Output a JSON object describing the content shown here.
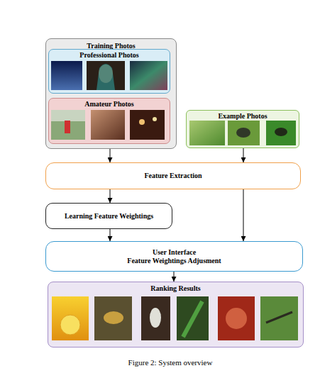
{
  "diagram": {
    "caption": "Figure 2: System overview",
    "nodes": [
      {
        "text": [
          "Training Photos"
        ]
      },
      {
        "text": [
          "Professional Photos"
        ],
        "in": 0
      },
      {
        "text": [
          "Amateur Photos"
        ],
        "in": 0
      },
      {
        "text": [
          "Example Photos"
        ]
      },
      {
        "text": [
          "Feature Extraction"
        ]
      },
      {
        "text": [
          "Learning Feature Weightings"
        ]
      },
      {
        "text": [
          "User Interface",
          "Feature Weightings Adjusment"
        ]
      },
      {
        "text": [
          "Ranking Results"
        ]
      }
    ],
    "edges": [
      {
        "from": 0,
        "to": 4,
        "arrow": "to"
      },
      {
        "from": 3,
        "to": 4,
        "arrow": "to"
      },
      {
        "from": 4,
        "to": 5,
        "arrow": "to"
      },
      {
        "from": 5,
        "to": 6,
        "arrow": "to"
      },
      {
        "from": 4,
        "to": 6,
        "arrow": "to"
      },
      {
        "from": 6,
        "to": 7,
        "arrow": "to"
      }
    ]
  }
}
